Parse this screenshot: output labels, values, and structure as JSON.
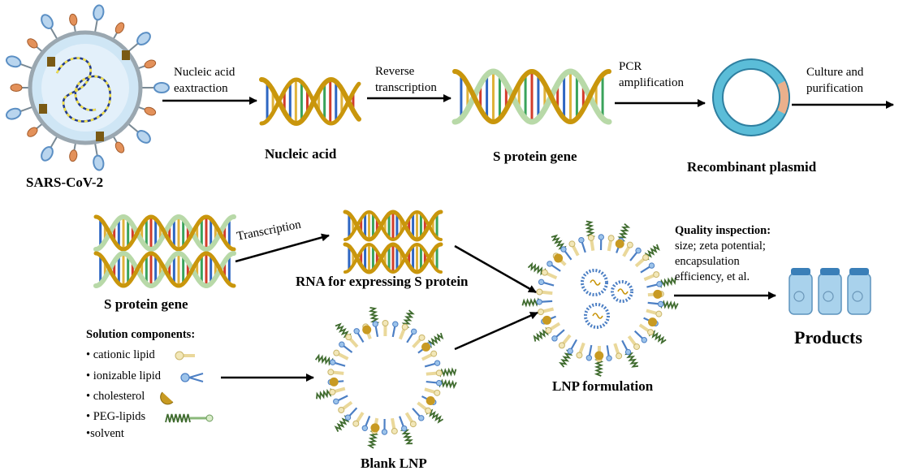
{
  "top_row": {
    "virus_label": "SARS-CoV-2",
    "step1_line1": "Nucleic acid",
    "step1_line2": "eaxtraction",
    "nucleic_acid_label": "Nucleic acid",
    "step2_line1": "Reverse",
    "step2_line2": "transcription",
    "s_gene_label": "S protein gene",
    "step3_line1": "PCR",
    "step3_line2": "amplification",
    "plasmid_label": "Recombinant plasmid",
    "step4_line1": "Culture and",
    "step4_line2": "purification"
  },
  "bottom_row": {
    "s_gene_label": "S protein gene",
    "transcription_label": "Transcription",
    "rna_label": "RNA for expressing S protein",
    "blank_lnp_label": "Blank LNP",
    "lnp_formulation_label": "LNP formulation",
    "products_label": "Products",
    "quality": {
      "title": "Quality inspection:",
      "line1": "size; zeta potential;",
      "line2": "encapsulation",
      "line3": "efficiency, et al."
    },
    "solution": {
      "title": "Solution components:",
      "item1": "• cationic lipid",
      "item2": "• ionizable lipid",
      "item3": "• cholesterol",
      "item4": "• PEG-lipids",
      "item5": "•solvent"
    }
  },
  "colors": {
    "dna_gold": "#c9960c",
    "dna_green": "#b8d9a8",
    "rung_red": "#d23c2a",
    "rung_blue": "#2e66c2",
    "virus_body": "#cfe6f5",
    "spike_blue": "#5b8fc4",
    "spike_orange": "#e3915a",
    "plasmid_ring": "#5bbdd8",
    "plasmid_insert": "#eab08c",
    "cationic_lipid": "#ead89a",
    "ionizable_lipid": "#4c7fc4",
    "cholesterol": "#c89a22",
    "peg_chain": "#3f6b2e",
    "bottle_fill": "#a9d2ec",
    "bottle_cap": "#3a7fb8"
  },
  "icons": [
    "virus-icon",
    "dna-helix-icon",
    "plasmid-icon",
    "lnp-icon",
    "bottle-icon",
    "arrow-icon"
  ]
}
